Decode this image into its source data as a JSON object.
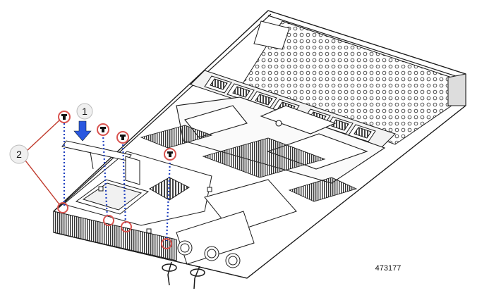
{
  "callouts": [
    {
      "number": "1"
    },
    {
      "number": "2"
    }
  ],
  "figure_id": "473177",
  "colors": {
    "outline": "#1a1a1a",
    "screw_highlight": "#d9534f",
    "leader_line": "#c0392b",
    "guide_line": "#1f3fbf",
    "arrow": "#2a58e0"
  },
  "icons": {
    "arrow": "down-arrow-icon",
    "screw": "screw-icon"
  }
}
